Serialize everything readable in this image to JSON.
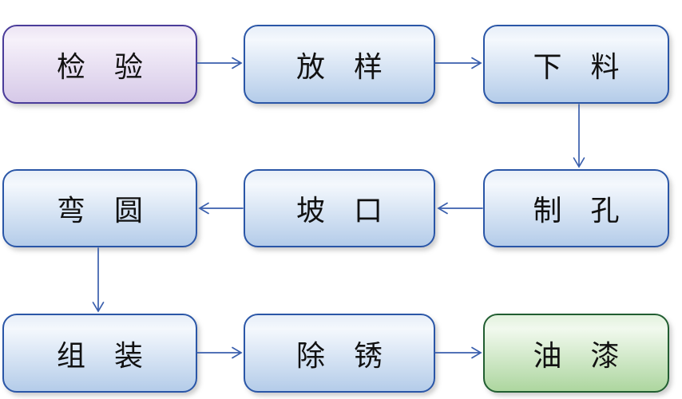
{
  "diagram": {
    "type": "flowchart",
    "description": "Steel fabrication process flow, serpentine left-to-right then right-to-left then left-to-right",
    "nodes": [
      {
        "id": "inspection",
        "label": "检　验",
        "color_role": "purple",
        "row": 1,
        "col": 1
      },
      {
        "id": "lofting",
        "label": "放　样",
        "color_role": "blue",
        "row": 1,
        "col": 2
      },
      {
        "id": "cutting",
        "label": "下　料",
        "color_role": "blue",
        "row": 1,
        "col": 3
      },
      {
        "id": "drilling",
        "label": "制　孔",
        "color_role": "blue",
        "row": 2,
        "col": 3
      },
      {
        "id": "beveling",
        "label": "坡　口",
        "color_role": "blue",
        "row": 2,
        "col": 2
      },
      {
        "id": "rounding",
        "label": "弯　圆",
        "color_role": "blue",
        "row": 2,
        "col": 1
      },
      {
        "id": "assembly",
        "label": "组　装",
        "color_role": "blue",
        "row": 3,
        "col": 1
      },
      {
        "id": "derusting",
        "label": "除　锈",
        "color_role": "blue",
        "row": 3,
        "col": 2
      },
      {
        "id": "painting",
        "label": "油　漆",
        "color_role": "green",
        "row": 3,
        "col": 3
      }
    ],
    "edges": [
      {
        "from": "检验",
        "to": "放样",
        "direction": "right"
      },
      {
        "from": "放样",
        "to": "下料",
        "direction": "right"
      },
      {
        "from": "下料",
        "to": "制孔",
        "direction": "down"
      },
      {
        "from": "制孔",
        "to": "坡口",
        "direction": "left"
      },
      {
        "from": "坡口",
        "to": "弯圆",
        "direction": "left"
      },
      {
        "from": "弯圆",
        "to": "组装",
        "direction": "down"
      },
      {
        "from": "组装",
        "to": "除锈",
        "direction": "right"
      },
      {
        "from": "除锈",
        "to": "油漆",
        "direction": "right"
      }
    ],
    "colors": {
      "background": "#ffffff",
      "arrow": "#3a5fad",
      "text": "#111111",
      "blue_border": "#2a56a7",
      "blue_fill_top": "#f4f8fd",
      "blue_fill_bottom": "#b4cce9",
      "purple_border": "#4a3c9a",
      "purple_fill_top": "#f6f1fa",
      "purple_fill_bottom": "#d6c9e8",
      "green_border": "#215e31",
      "green_fill_top": "#f1f9ee",
      "green_fill_bottom": "#add69f"
    }
  }
}
